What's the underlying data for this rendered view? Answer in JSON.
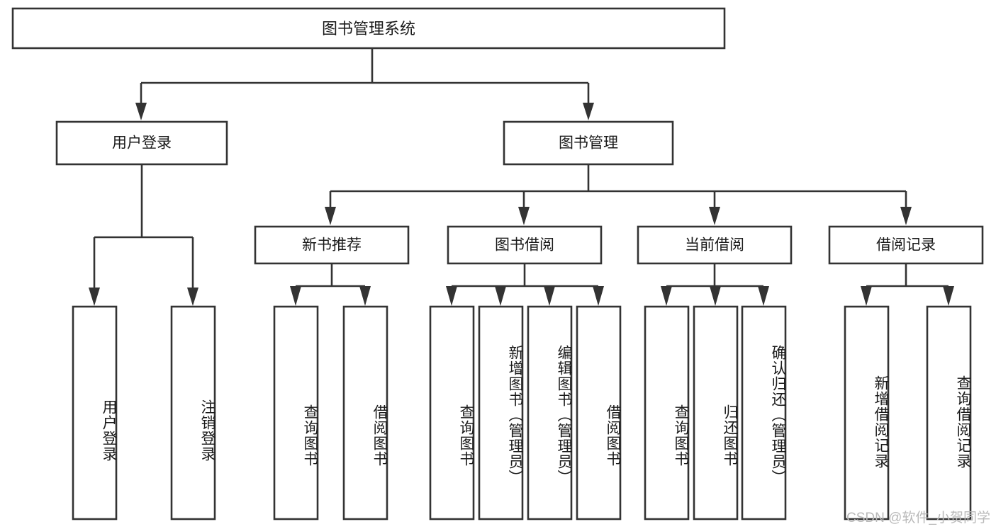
{
  "diagram": {
    "title": "图书管理系统",
    "watermark": "CSDN @软件_小贺同学",
    "stroke_color": "#333333",
    "fill_color": "#ffffff",
    "text_color": "#1a1a1a",
    "watermark_color": "#b9b9b9",
    "type": "tree-hierarchy",
    "root": {
      "label": "图书管理系统",
      "children": [
        {
          "label": "用户登录",
          "children": [
            {
              "label": "用户登录"
            },
            {
              "label": "注销登录"
            }
          ]
        },
        {
          "label": "图书管理",
          "children": [
            {
              "label": "新书推荐",
              "children": [
                {
                  "label": "查询图书"
                },
                {
                  "label": "借阅图书"
                }
              ]
            },
            {
              "label": "图书借阅",
              "children": [
                {
                  "label": "查询图书"
                },
                {
                  "label": "新增图书（管理员）"
                },
                {
                  "label": "编辑图书（管理员）"
                },
                {
                  "label": "借阅图书"
                }
              ]
            },
            {
              "label": "当前借阅",
              "children": [
                {
                  "label": "查询图书"
                },
                {
                  "label": "归还图书"
                },
                {
                  "label": "确认归还（管理员）"
                }
              ]
            },
            {
              "label": "借阅记录",
              "children": [
                {
                  "label": "新增借阅记录"
                },
                {
                  "label": "查询借阅记录"
                }
              ]
            }
          ]
        }
      ]
    },
    "nodes": {
      "root_title": "图书管理系统",
      "l1_user_login": "用户登录",
      "l1_book_manage": "图书管理",
      "l2_new_book_rec": "新书推荐",
      "l2_book_borrow": "图书借阅",
      "l2_current_borrow": "当前借阅",
      "l2_borrow_record": "借阅记录",
      "l3_user_login": "用户登录",
      "l3_user_logout": "注销登录",
      "l3_rec_query_book": "查询图书",
      "l3_rec_borrow_book": "借阅图书",
      "l3_borrow_query_book": "查询图书",
      "l3_borrow_add_book": "新增图书（管理员）",
      "l3_borrow_edit_book": "编辑图书（管理员）",
      "l3_borrow_borrow_book": "借阅图书",
      "l3_cur_query_book": "查询图书",
      "l3_cur_return_book": "归还图书",
      "l3_cur_confirm_return": "确认归还（管理员）",
      "l3_rec_add_record": "新增借阅记录",
      "l3_rec_query_record": "查询借阅记录"
    }
  }
}
